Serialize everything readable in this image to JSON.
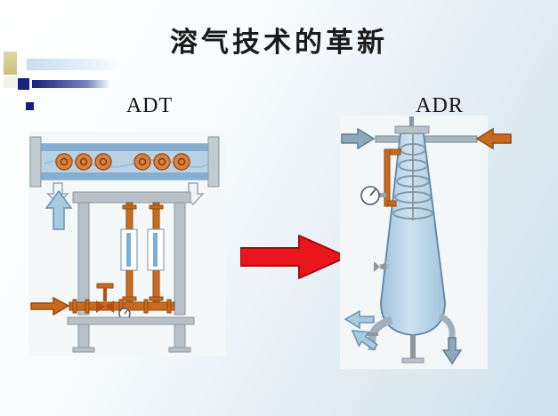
{
  "slide": {
    "title": "溶气技术的革新",
    "diagrams": {
      "left": {
        "label": "ADT"
      },
      "right": {
        "label": "ADR"
      }
    }
  },
  "colors": {
    "bg_bottom_right": "#cfe0eb",
    "title_text": "#1a1a1a",
    "transition_arrow_red": "#e8151c",
    "pipe_orange": "#c96a1e",
    "pipe_orange_dark": "#8f4a10",
    "vessel_fill_blue": "#b7d2e6",
    "vessel_stroke_blue": "#5a85a8",
    "frame_gray": "#b8c1c7",
    "frame_gray_dark": "#8d979d",
    "flow_arrow_blue": "#a8cade",
    "flow_arrow_gray": "#8ea8bb",
    "deco_khaki": "#ded8a2",
    "deco_light_blue": "#c9ddf0",
    "deco_navy": "#16227e"
  }
}
